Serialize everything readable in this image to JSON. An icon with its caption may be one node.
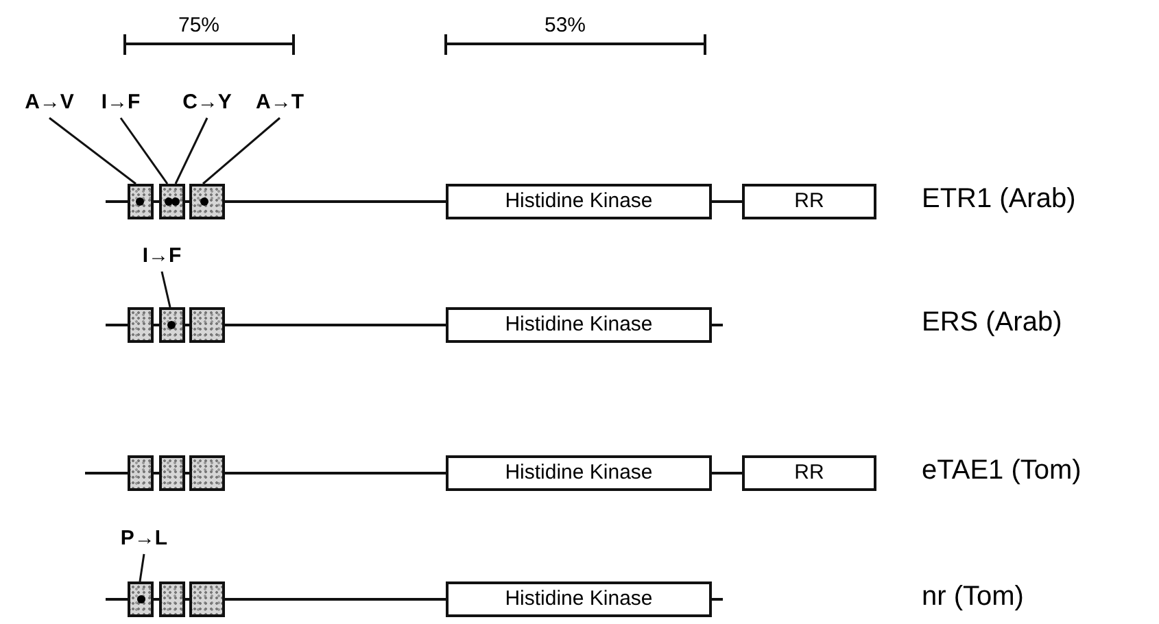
{
  "diagram": {
    "nodes": [
      {
        "text": [
          "A→V"
        ]
      },
      {
        "text": [
          "I→F"
        ]
      },
      {
        "text": [
          "C→Y"
        ]
      },
      {
        "text": [
          "A→T"
        ]
      },
      {
        "text": [],
        "shape": "box"
      },
      {
        "text": [],
        "shape": "box"
      },
      {
        "text": [],
        "shape": "box"
      },
      {
        "text": [
          "Histidine Kinase"
        ]
      },
      {
        "text": [
          "RR"
        ]
      },
      {
        "text": [
          "I→F"
        ]
      },
      {
        "text": [],
        "shape": "box"
      },
      {
        "text": [],
        "shape": "box"
      },
      {
        "text": [],
        "shape": "box"
      },
      {
        "text": [
          "Histidine Kinase"
        ]
      },
      {
        "text": [],
        "shape": "box"
      },
      {
        "text": [],
        "shape": "box"
      },
      {
        "text": [],
        "shape": "box"
      },
      {
        "text": [
          "Histidine Kinase"
        ]
      },
      {
        "text": [
          "RR"
        ]
      },
      {
        "text": [
          "P→L"
        ]
      },
      {
        "text": [],
        "shape": "box"
      },
      {
        "text": [],
        "shape": "box"
      },
      {
        "text": [],
        "shape": "box"
      },
      {
        "text": [
          "Histidine Kinase"
        ]
      }
    ],
    "edges": [
      {
        "from": 0,
        "to": 4,
        "arrow": "none"
      },
      {
        "from": 1,
        "to": 5,
        "arrow": "none"
      },
      {
        "from": 2,
        "to": 5,
        "arrow": "none"
      },
      {
        "from": 3,
        "to": 6,
        "arrow": "none"
      },
      {
        "from": 6,
        "to": 7,
        "arrow": "none"
      },
      {
        "from": 7,
        "to": 8,
        "arrow": "none"
      },
      {
        "from": 9,
        "to": 11,
        "arrow": "none"
      },
      {
        "from": 12,
        "to": 13,
        "arrow": "none"
      },
      {
        "from": 16,
        "to": 17,
        "arrow": "none"
      },
      {
        "from": 17,
        "to": 18,
        "arrow": "none"
      },
      {
        "from": 19,
        "to": 20,
        "arrow": "none"
      },
      {
        "from": 22,
        "to": 23,
        "arrow": "none"
      }
    ],
    "labels": [
      "75%",
      "53%",
      "ETR1 (Arab)",
      "ERS (Arab)",
      "eTAE1 (Tom)",
      "nr (Tom)"
    ]
  }
}
